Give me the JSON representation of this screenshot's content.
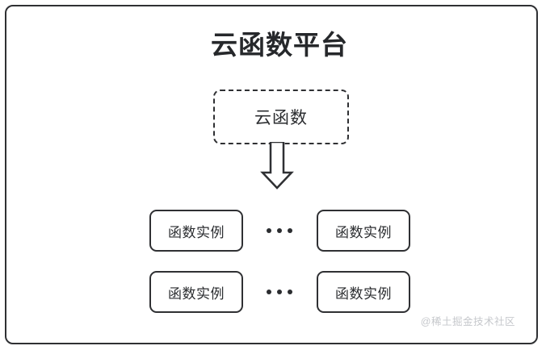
{
  "diagram": {
    "title": "云函数平台",
    "cloud_function": {
      "label": "云函数",
      "border_style": "dashed"
    },
    "arrow": {
      "icon": "arrow-down-block",
      "direction": "down"
    },
    "instance_rows": [
      {
        "left_label": "函数实例",
        "ellipsis": "···",
        "right_label": "函数实例"
      },
      {
        "left_label": "函数实例",
        "ellipsis": "···",
        "right_label": "函数实例"
      }
    ],
    "watermark": "@稀土掘金技术社区",
    "colors": {
      "stroke": "#2f3033",
      "text": "#2b2d30",
      "background": "#ffffff",
      "watermark": "#c6c8cc"
    }
  }
}
